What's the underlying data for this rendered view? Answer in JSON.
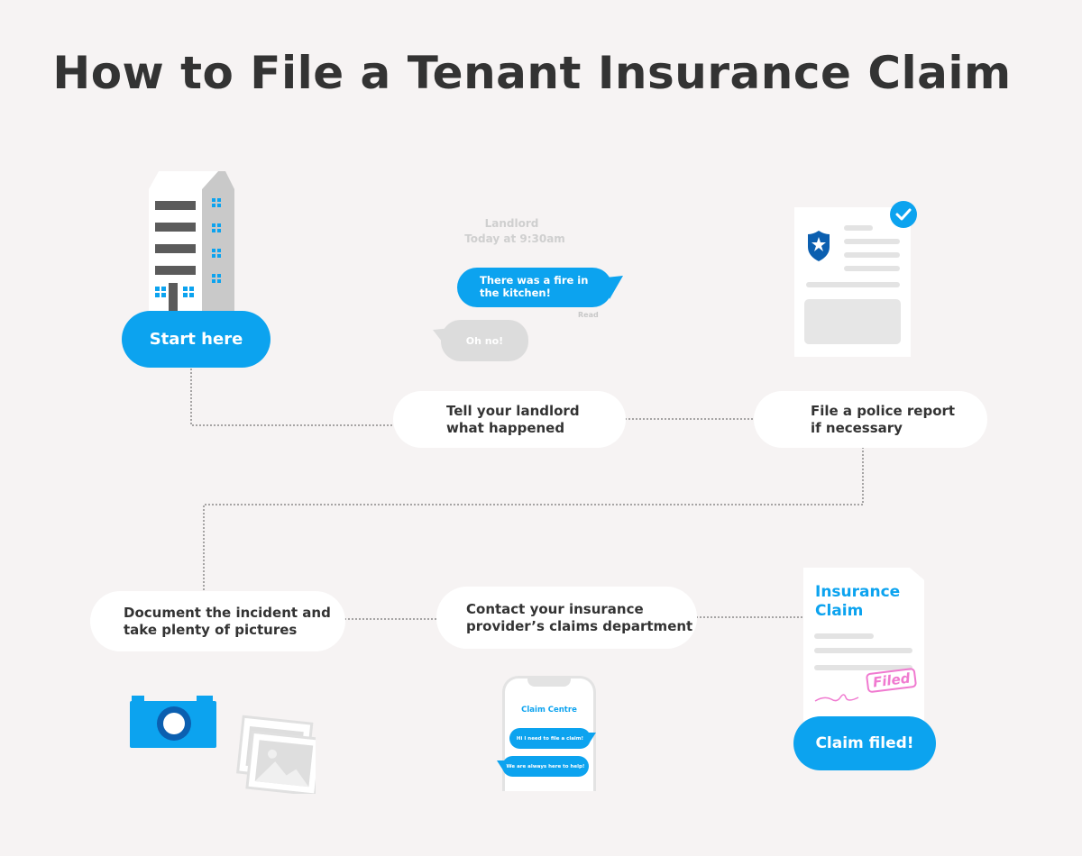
{
  "title": "How to File a Tenant Insurance Claim",
  "start": "Start here",
  "steps": {
    "landlord": "Tell your landlord\nwhat happened",
    "police": "File a police report\nif necessary",
    "document": "Document the incident and\ntake plenty of pictures",
    "contact": "Contact your insurance\nprovider’s claims department"
  },
  "chat": {
    "header_name": "Landlord",
    "header_time": "Today at 9:30am",
    "msg_sent": "There was a fire in the kitchen!",
    "read": "Read",
    "msg_reply": "Oh no!"
  },
  "phone": {
    "title": "Claim Centre",
    "msg1": "Hi I need to file a claim!",
    "msg2": "We are always here to help!"
  },
  "claim_doc": {
    "title": "Insurance\nClaim",
    "stamp": "Filed"
  },
  "end": "Claim filed!",
  "colors": {
    "accent": "#0ca3ef",
    "dark_blue": "#0b5fb0",
    "text": "#333333",
    "stamp": "#f07ad0"
  },
  "icons": [
    "building-icon",
    "chat-conversation",
    "police-report-icon",
    "check-icon",
    "camera-icon",
    "photos-icon",
    "phone-icon",
    "claim-document-icon"
  ]
}
